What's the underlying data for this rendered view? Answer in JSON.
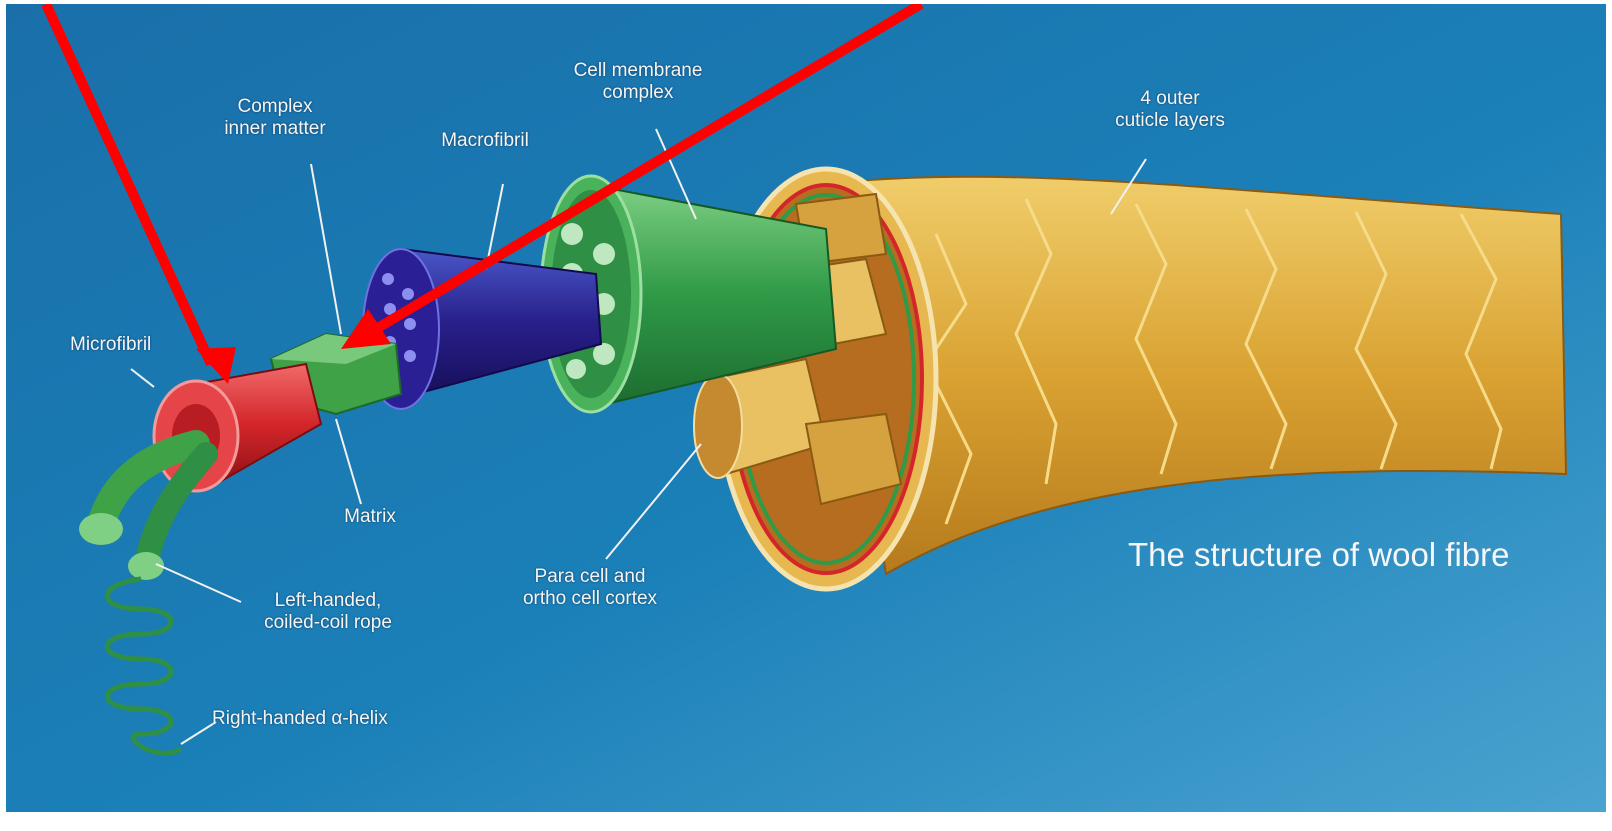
{
  "diagram": {
    "title": "The structure of wool fibre",
    "labels": {
      "complex_inner_matter": "Complex\ninner matter",
      "macrofibril": "Macrofibril",
      "cell_membrane_complex": "Cell membrane\ncomplex",
      "outer_cuticle_layers": "4 outer\ncuticle layers",
      "microfibril": "Microfibril",
      "matrix": "Matrix",
      "para_ortho_cortex": "Para cell and\northo cell cortex",
      "left_handed_rope": "Left-handed,\ncoiled-coil rope",
      "right_handed_helix": "Right-handed α-helix"
    },
    "colors": {
      "background": "#1b7cb4",
      "cuticle": "#d9a93a",
      "cortex": "#c98a2a",
      "cell_membrane": "#2f9a47",
      "macrofibril": "#28208a",
      "matrix": "#3fa246",
      "microfibril": "#d4262a",
      "annotation_arrow": "#ff0000"
    }
  }
}
